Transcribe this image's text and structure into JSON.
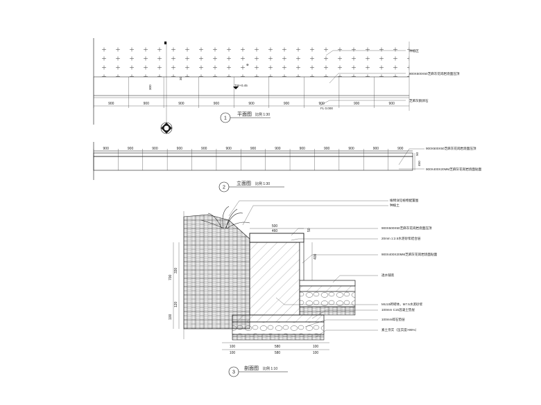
{
  "views": [
    {
      "id": "plan",
      "number": "1",
      "title": "平面图",
      "scale": "比例 1:30",
      "dims": [
        "900",
        "900",
        "900",
        "900",
        "900",
        "900",
        "900",
        "900",
        "900"
      ],
      "notes": [
        "种植区",
        "900X500X50芝麻灰花岗岩烧面压顶",
        "芝麻灰鹅卵石",
        "TW+0.45",
        "FL 0.000",
        "300",
        "30"
      ]
    },
    {
      "id": "elevation",
      "number": "2",
      "title": "立面图",
      "scale": "比例 1:30",
      "dims": [
        "900",
        "900",
        "900",
        "900",
        "900",
        "900",
        "900",
        "900",
        "900",
        "900",
        "900",
        "900",
        "900"
      ],
      "notes": [
        "900X500X50芝麻灰花岗岩烧面压顶",
        "900X400X20MM芝麻灰花岗岩烧面贴面",
        "450",
        "50"
      ]
    },
    {
      "id": "section",
      "number": "3",
      "title": "剖面图",
      "scale": "比例 1:10",
      "dims_top": [
        "500",
        "460"
      ],
      "dims_left": [
        "700",
        "330",
        "120",
        "100"
      ],
      "dims_inner": [
        "400",
        "50"
      ],
      "dims_bottom_1": [
        "100",
        "580",
        "100"
      ],
      "dims_bottom_2": [
        "100",
        "580",
        "100"
      ],
      "notes": [
        "植物详见植物配置图",
        "种植土",
        "900X500X50芝麻灰花岗岩烧面压顶",
        "20mm 1:2.5水泥砂浆结合层",
        "900X400X20MM芝麻灰花岗岩烧面贴面",
        "透水铺装",
        "MU10砖砌体，M7.5水泥砂浆",
        "100mm C15混凝土垫层",
        "100mm碎石垫层",
        "素土夯实（压实度>95%）"
      ]
    }
  ],
  "colors": {
    "line": "#111111",
    "text": "#222222",
    "background": "#ffffff"
  }
}
